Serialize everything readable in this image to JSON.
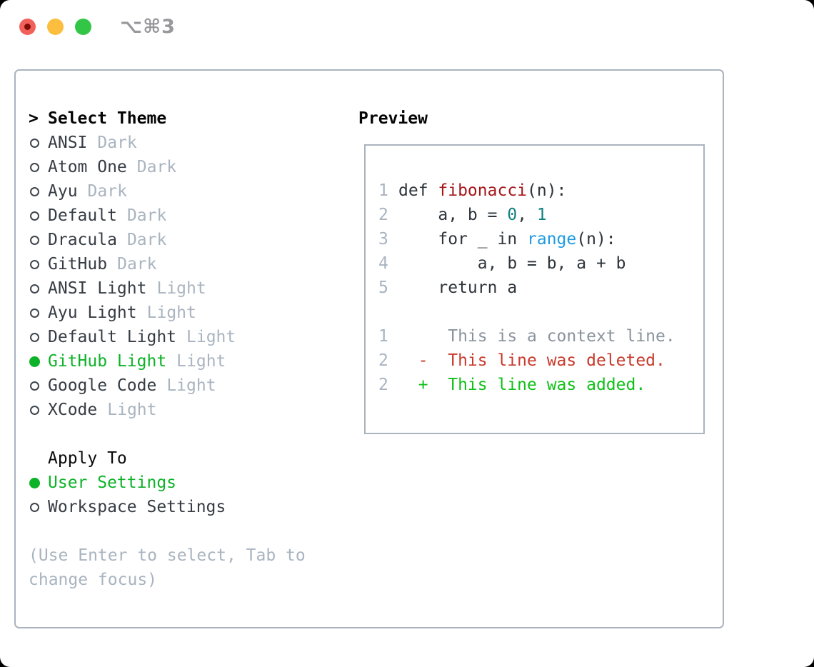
{
  "window": {
    "title": "⌥⌘3"
  },
  "traffic_lights": [
    {
      "name": "close"
    },
    {
      "name": "minimize"
    },
    {
      "name": "maximize"
    }
  ],
  "theme_panel": {
    "prompt": ">",
    "header": "Select Theme",
    "items": [
      {
        "name": "ANSI",
        "variant": "Dark",
        "selected": false
      },
      {
        "name": "Atom One",
        "variant": "Dark",
        "selected": false
      },
      {
        "name": "Ayu",
        "variant": "Dark",
        "selected": false
      },
      {
        "name": "Default",
        "variant": "Dark",
        "selected": false
      },
      {
        "name": "Dracula",
        "variant": "Dark",
        "selected": false
      },
      {
        "name": "GitHub",
        "variant": "Dark",
        "selected": false
      },
      {
        "name": "ANSI Light",
        "variant": "Light",
        "selected": false
      },
      {
        "name": "Ayu Light",
        "variant": "Light",
        "selected": false
      },
      {
        "name": "Default Light",
        "variant": "Light",
        "selected": false
      },
      {
        "name": "GitHub Light",
        "variant": "Light",
        "selected": true
      },
      {
        "name": "Google Code",
        "variant": "Light",
        "selected": false
      },
      {
        "name": "XCode",
        "variant": "Light",
        "selected": false
      }
    ],
    "apply_to": {
      "header": "Apply To",
      "options": [
        {
          "label": "User Settings",
          "selected": true
        },
        {
          "label": "Workspace Settings",
          "selected": false
        }
      ]
    },
    "hint_lines": [
      "(Use Enter to select, Tab to",
      "change focus)"
    ]
  },
  "preview": {
    "header": "Preview",
    "lines": [
      {
        "num": "1",
        "tokens": [
          [
            "def ",
            "code"
          ],
          [
            "fibonacci",
            "func"
          ],
          [
            "(n):",
            "code"
          ]
        ]
      },
      {
        "num": "2",
        "tokens": [
          [
            "    a, b = ",
            "code"
          ],
          [
            "0",
            "num"
          ],
          [
            ", ",
            "code"
          ],
          [
            "1",
            "num"
          ]
        ]
      },
      {
        "num": "3",
        "tokens": [
          [
            "    for _ in ",
            "code"
          ],
          [
            "range",
            "builtin"
          ],
          [
            "(n):",
            "code"
          ]
        ]
      },
      {
        "num": "4",
        "tokens": [
          [
            "        a, b = b, a + b",
            "code"
          ]
        ]
      },
      {
        "num": "5",
        "tokens": [
          [
            "    return a",
            "code"
          ]
        ]
      },
      {
        "num": "",
        "tokens": []
      },
      {
        "num": "1",
        "tokens": [
          [
            "     This is a context line.",
            "ctx"
          ]
        ]
      },
      {
        "num": "2",
        "tokens": [
          [
            "  -  This line was deleted.",
            "del"
          ]
        ]
      },
      {
        "num": "2",
        "tokens": [
          [
            "  +  This line was added.",
            "add"
          ]
        ]
      }
    ]
  },
  "colors": {
    "accent_green": "#0cb227",
    "diff_added": "#10c018",
    "diff_deleted": "#c8392b",
    "diff_context": "#8a939d",
    "syntax_function": "#a41518",
    "syntax_number": "#0e7f80",
    "syntax_builtin": "#1e9be0",
    "muted": "#a9b4c0",
    "panel_border": "#aab3be",
    "traffic_red": "#f2605a",
    "traffic_yellow": "#fcbe3f",
    "traffic_green": "#32c546"
  }
}
